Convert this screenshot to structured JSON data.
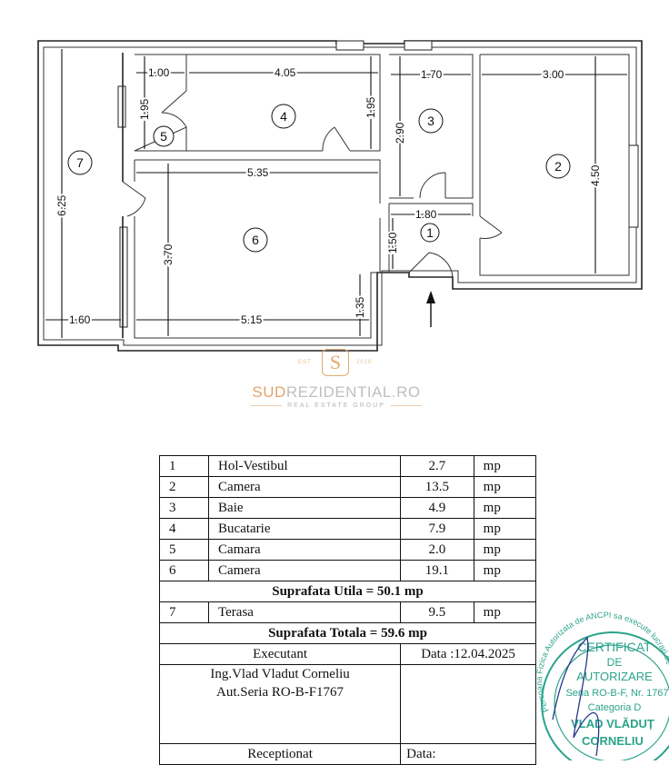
{
  "plan": {
    "dimensions": {
      "d100": "1.00",
      "d405": "4.05",
      "d170": "1.70",
      "d300": "3.00",
      "d195a": "1.95",
      "d195b": "1.95",
      "d290": "2.90",
      "d450": "4.50",
      "d625": "6.25",
      "d535": "5.35",
      "d180": "1.80",
      "d150": "1.50",
      "d370": "3.70",
      "d135": "1.35",
      "d160": "1.60",
      "d515": "5.15"
    },
    "room_numbers": {
      "r1": "1",
      "r2": "2",
      "r3": "3",
      "r4": "4",
      "r5": "5",
      "r6": "6",
      "r7": "7"
    }
  },
  "logo": {
    "est": "EST",
    "year": "2010",
    "mark": "S",
    "brand_part1": "SUD",
    "brand_part2": "REZIDENTIAL.RO",
    "tagline": "REAL ESTATE GROUP",
    "color_primary": "#e0a46a",
    "color_secondary": "#bfbfbf"
  },
  "table": {
    "rooms_utile": [
      {
        "nr": "1",
        "name": "Hol-Vestibul",
        "area": "2.7",
        "unit": "mp"
      },
      {
        "nr": "2",
        "name": "Camera",
        "area": "13.5",
        "unit": "mp"
      },
      {
        "nr": "3",
        "name": "Baie",
        "area": "4.9",
        "unit": "mp"
      },
      {
        "nr": "4",
        "name": "Bucatarie",
        "area": "7.9",
        "unit": "mp"
      },
      {
        "nr": "5",
        "name": "Camara",
        "area": "2.0",
        "unit": "mp"
      },
      {
        "nr": "6",
        "name": "Camera",
        "area": "19.1",
        "unit": "mp"
      }
    ],
    "suprafata_utila": "Suprafata  Utila = 50.1 mp",
    "terasa": {
      "nr": "7",
      "name": "Terasa",
      "area": "9.5",
      "unit": "mp"
    },
    "suprafata_totala": "Suprafata Totala = 59.6 mp",
    "executant_label": "Executant",
    "data_label": "Data :12.04.2025",
    "engineer_name": "Ing.Vlad Vladut Corneliu",
    "engineer_auth": "Aut.Seria RO-B-F1767",
    "receptionat_label": "Receptionat",
    "data2_label": "Data:"
  },
  "stamp": {
    "ring_text": "Persoana Fizica Autorizata de ANCPI sa execute lucrari de",
    "line1": "CERTIFICAT",
    "line2": "DE",
    "line3": "AUTORIZARE",
    "line4": "Seria RO-B-F, Nr. 1767",
    "line5": "Categoria D",
    "line6": "VLAD VLĂDUȚ",
    "line7": "CORNELIU",
    "color": "#2aa38a"
  }
}
